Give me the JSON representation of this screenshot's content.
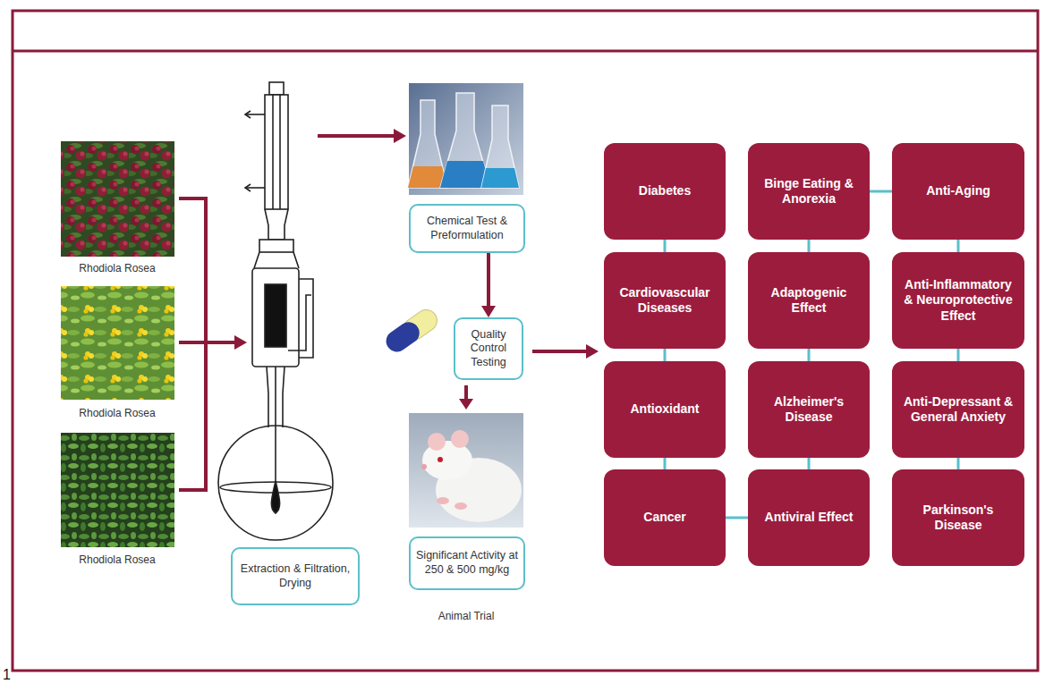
{
  "diagram": {
    "nodes": [
      {
        "text": [
          "Extraction & Filtration, Drying"
        ]
      },
      {
        "text": [
          "Chemical Test & Preformulation"
        ]
      },
      {
        "text": [
          "Quality Control Testing"
        ]
      },
      {
        "text": [
          "Significant Activity at 250 & 500 mg/kg"
        ]
      },
      {
        "text": [
          "Diabetes"
        ]
      },
      {
        "text": [
          "Binge Eating & Anorexia"
        ]
      },
      {
        "text": [
          "Anti-Aging"
        ]
      },
      {
        "text": [
          "Cardiovascular Diseases"
        ]
      },
      {
        "text": [
          "Adaptogenic Effect"
        ]
      },
      {
        "text": [
          "Anti-Inflammatory & Neuroprotective Effect"
        ]
      },
      {
        "text": [
          "Antioxidant"
        ]
      },
      {
        "text": [
          "Alzheimer's Disease"
        ]
      },
      {
        "text": [
          "Anti-Depressant & General Anxiety"
        ]
      },
      {
        "text": [
          "Cancer"
        ]
      },
      {
        "text": [
          "Antiviral Effect"
        ]
      },
      {
        "text": [
          "Parkinson's Disease"
        ]
      }
    ],
    "edges": [
      {
        "from": 1,
        "to": 2,
        "arrow": "to"
      },
      {
        "from": 4,
        "to": 7,
        "arrow": "none"
      },
      {
        "from": 7,
        "to": 10,
        "arrow": "none"
      },
      {
        "from": 10,
        "to": 13,
        "arrow": "none"
      },
      {
        "from": 13,
        "to": 14,
        "arrow": "none"
      },
      {
        "from": 14,
        "to": 11,
        "arrow": "none"
      },
      {
        "from": 11,
        "to": 8,
        "arrow": "none"
      },
      {
        "from": 8,
        "to": 5,
        "arrow": "none"
      },
      {
        "from": 5,
        "to": 6,
        "arrow": "none"
      },
      {
        "from": 6,
        "to": 9,
        "arrow": "none"
      },
      {
        "from": 9,
        "to": 12,
        "arrow": "none"
      },
      {
        "from": 12,
        "to": 15,
        "arrow": "none"
      }
    ],
    "labels": [
      "Rhodiola Rosea",
      "Rhodiola Rosea",
      "Rhodiola Rosea",
      "Animal Trial",
      "1"
    ]
  }
}
